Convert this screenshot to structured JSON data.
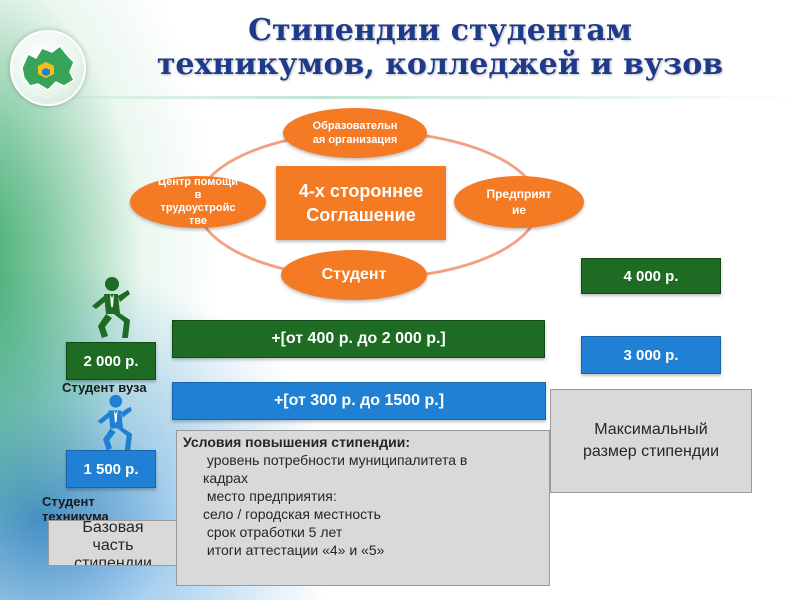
{
  "title": {
    "line1": "Стипендии студентам",
    "line2": "техникумов, колледжей и вузов"
  },
  "diagram": {
    "center": {
      "line1": "4-х стороннее",
      "line2": "Соглашение"
    },
    "top": {
      "line1": "Образовательн",
      "line2": "ая организация"
    },
    "left": {
      "line1": "Центр помощи",
      "line2": "в",
      "line3": "трудоустройс",
      "line4": "тве"
    },
    "right": {
      "line1": "Предприят",
      "line2": "ие"
    },
    "bottom": {
      "label": "Студент"
    }
  },
  "students": {
    "vuz": {
      "amount": "2 000 р.",
      "label": "Студент вуза"
    },
    "tech": {
      "amount": "1 500 р.",
      "label_line1": "Студент",
      "label_line2": "техникума"
    }
  },
  "increments": {
    "vuz": "+[от 400 р. до 2 000 р.]",
    "tech": "+[от 300 р. до 1500 р.]"
  },
  "maximums": {
    "vuz": "4 000 р.",
    "tech": "3 000 р."
  },
  "max_label": {
    "line1": "Максимальный",
    "line2": "размер стипендии"
  },
  "base_label": {
    "line1": "Базовая",
    "line2": "часть",
    "line3": "стипендии"
  },
  "conditions": {
    "title": "Условия повышения стипендии:",
    "bullet_symbol": "",
    "items": [
      {
        "line1": "уровень потребности муниципалитета в",
        "line2": "кадрах"
      },
      {
        "line1": "место предприятия:",
        "line2": "село / городская местность"
      },
      {
        "line1": "срок отработки 5 лет"
      },
      {
        "line1": "итоги аттестации «4» и «5»"
      }
    ]
  },
  "colors": {
    "title": "#1e3a8a",
    "orange": "#f47a24",
    "green": "#1e6b24",
    "blue": "#1f80d4",
    "gray": "#d9d9d9"
  },
  "icons": {
    "logo": "region-map-logo-icon",
    "vuz_student": "climbing-student-green-icon",
    "tech_student": "climbing-student-blue-icon"
  }
}
